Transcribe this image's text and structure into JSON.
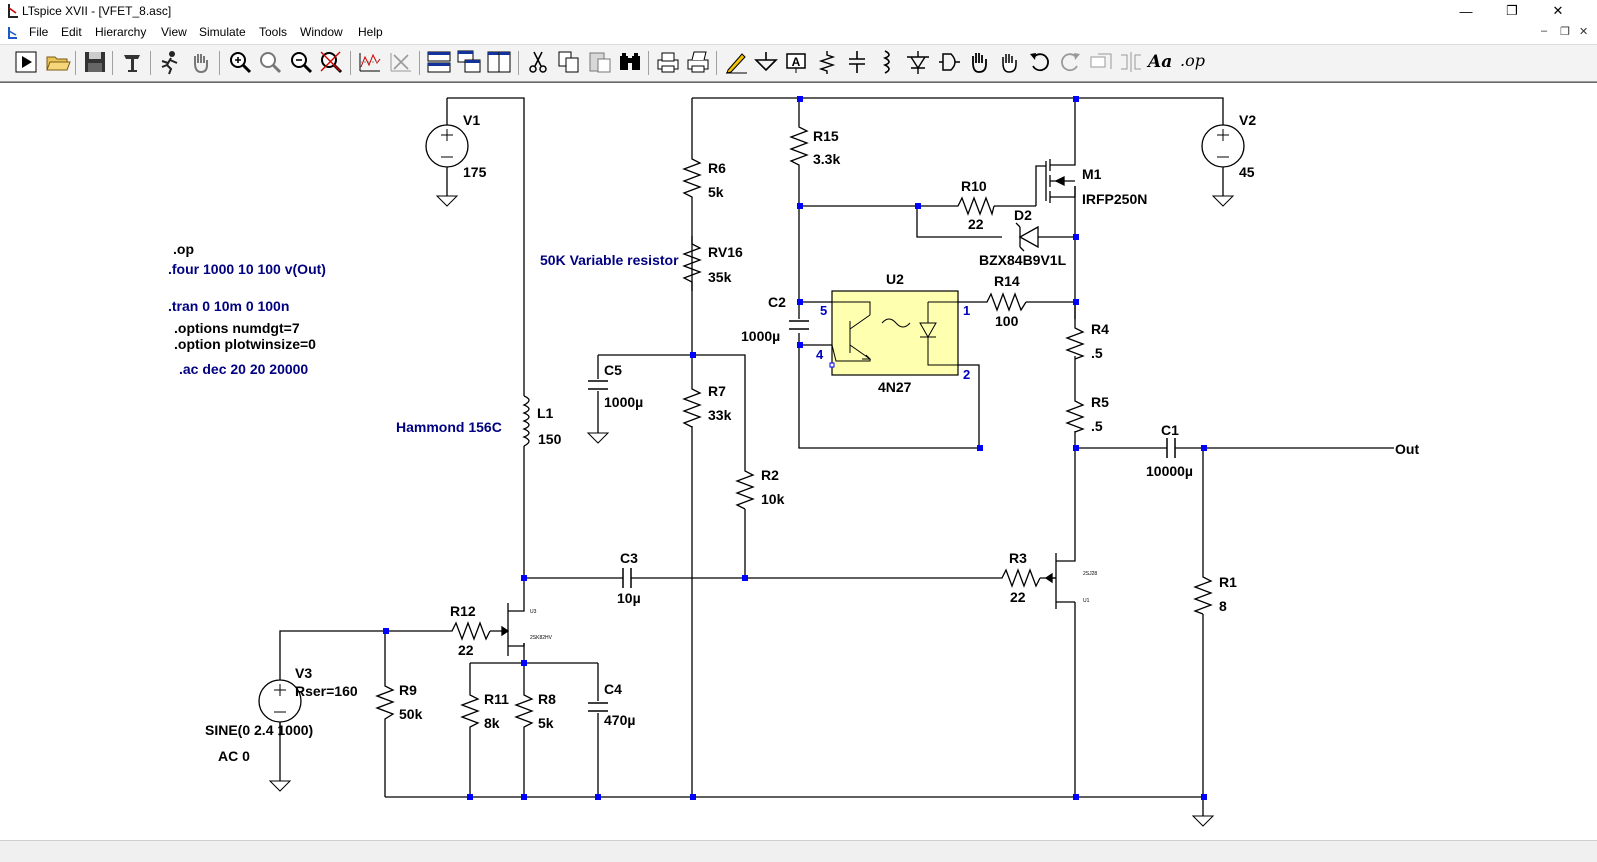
{
  "window": {
    "title": "LTspice XVII - [VFET_8.asc]"
  },
  "menu": [
    "File",
    "Edit",
    "Hierarchy",
    "View",
    "Simulate",
    "Tools",
    "Window",
    "Help"
  ],
  "toolbar_icons": [
    "run-icon",
    "open-icon",
    "save-icon",
    "control-panel-icon",
    "halt-icon",
    "pan-icon",
    "zoom-in-icon",
    "zoom-area-icon",
    "zoom-out-icon",
    "zoom-fit-icon",
    "autoscale-icon",
    "delete-trace-icon",
    "tile-vertical-icon",
    "cascade-icon",
    "tile-horizontal-icon",
    "cut-icon",
    "copy-icon",
    "paste-icon",
    "find-icon",
    "print-setup-icon",
    "print-icon",
    "draw-wire-icon",
    "ground-icon",
    "label-net-icon",
    "resistor-icon",
    "capacitor-icon",
    "inductor-icon",
    "diode-icon",
    "component-icon",
    "move-icon",
    "drag-icon",
    "undo-icon",
    "redo-icon",
    "rotate-icon",
    "mirror-icon",
    "text-icon",
    "spice-directive-icon"
  ],
  "toolbar_labels": {
    "text": "Aa",
    "op": ".op"
  },
  "colors": {
    "wire": "#000000",
    "junction": "#0000ff",
    "directive": "#000080",
    "canvas": "#ffffff",
    "opto_fill": "#ffffb0"
  },
  "directives": [
    ".op",
    ".four 1000 10 100 v(Out)",
    ".tran 0 10m 0 100n",
    ".options numdgt=7",
    ".option plotwinsize=0",
    ".ac dec 20 20 20000"
  ],
  "comments": [
    "50K Variable resistor",
    "Hammond 156C"
  ],
  "components": {
    "V1": {
      "name": "V1",
      "value": "175"
    },
    "V2": {
      "name": "V2",
      "value": "45"
    },
    "V3": {
      "name": "V3",
      "rser": "Rser=160",
      "value": "SINE(0 2.4 1000)",
      "ac": "AC 0"
    },
    "R15": {
      "name": "R15",
      "value": "3.3k"
    },
    "R6": {
      "name": "R6",
      "value": "5k"
    },
    "RV16": {
      "name": "RV16",
      "value": "35k"
    },
    "R7": {
      "name": "R7",
      "value": "33k"
    },
    "R2": {
      "name": "R2",
      "value": "10k"
    },
    "R10": {
      "name": "R10",
      "value": "22"
    },
    "D2": {
      "name": "D2",
      "value": "BZX84B9V1L"
    },
    "M1": {
      "name": "M1",
      "value": "IRFP250N"
    },
    "R14": {
      "name": "R14",
      "value": "100"
    },
    "R4": {
      "name": "R4",
      "value": ".5"
    },
    "R5": {
      "name": "R5",
      "value": ".5"
    },
    "C1": {
      "name": "C1",
      "value": "10000µ"
    },
    "C2": {
      "name": "C2",
      "value": "1000µ"
    },
    "C3": {
      "name": "C3",
      "value": "10µ"
    },
    "C4": {
      "name": "C4",
      "value": "470µ"
    },
    "C5": {
      "name": "C5",
      "value": "1000µ"
    },
    "U2": {
      "name": "U2",
      "value": "4N27",
      "pins": [
        "5",
        "4",
        "1",
        "2"
      ]
    },
    "L1": {
      "name": "L1",
      "value": "150"
    },
    "R3": {
      "name": "R3",
      "value": "22"
    },
    "R1": {
      "name": "R1",
      "value": "8"
    },
    "R12": {
      "name": "R12",
      "value": "22"
    },
    "R9": {
      "name": "R9",
      "value": "50k"
    },
    "R11": {
      "name": "R11",
      "value": "8k"
    },
    "R8": {
      "name": "R8",
      "value": "5k"
    },
    "U1": {
      "name": "U1",
      "value": "2SJ28"
    },
    "U3": {
      "name": "U3",
      "value": "2SK82HV"
    }
  },
  "net_labels": {
    "out": "Out"
  }
}
